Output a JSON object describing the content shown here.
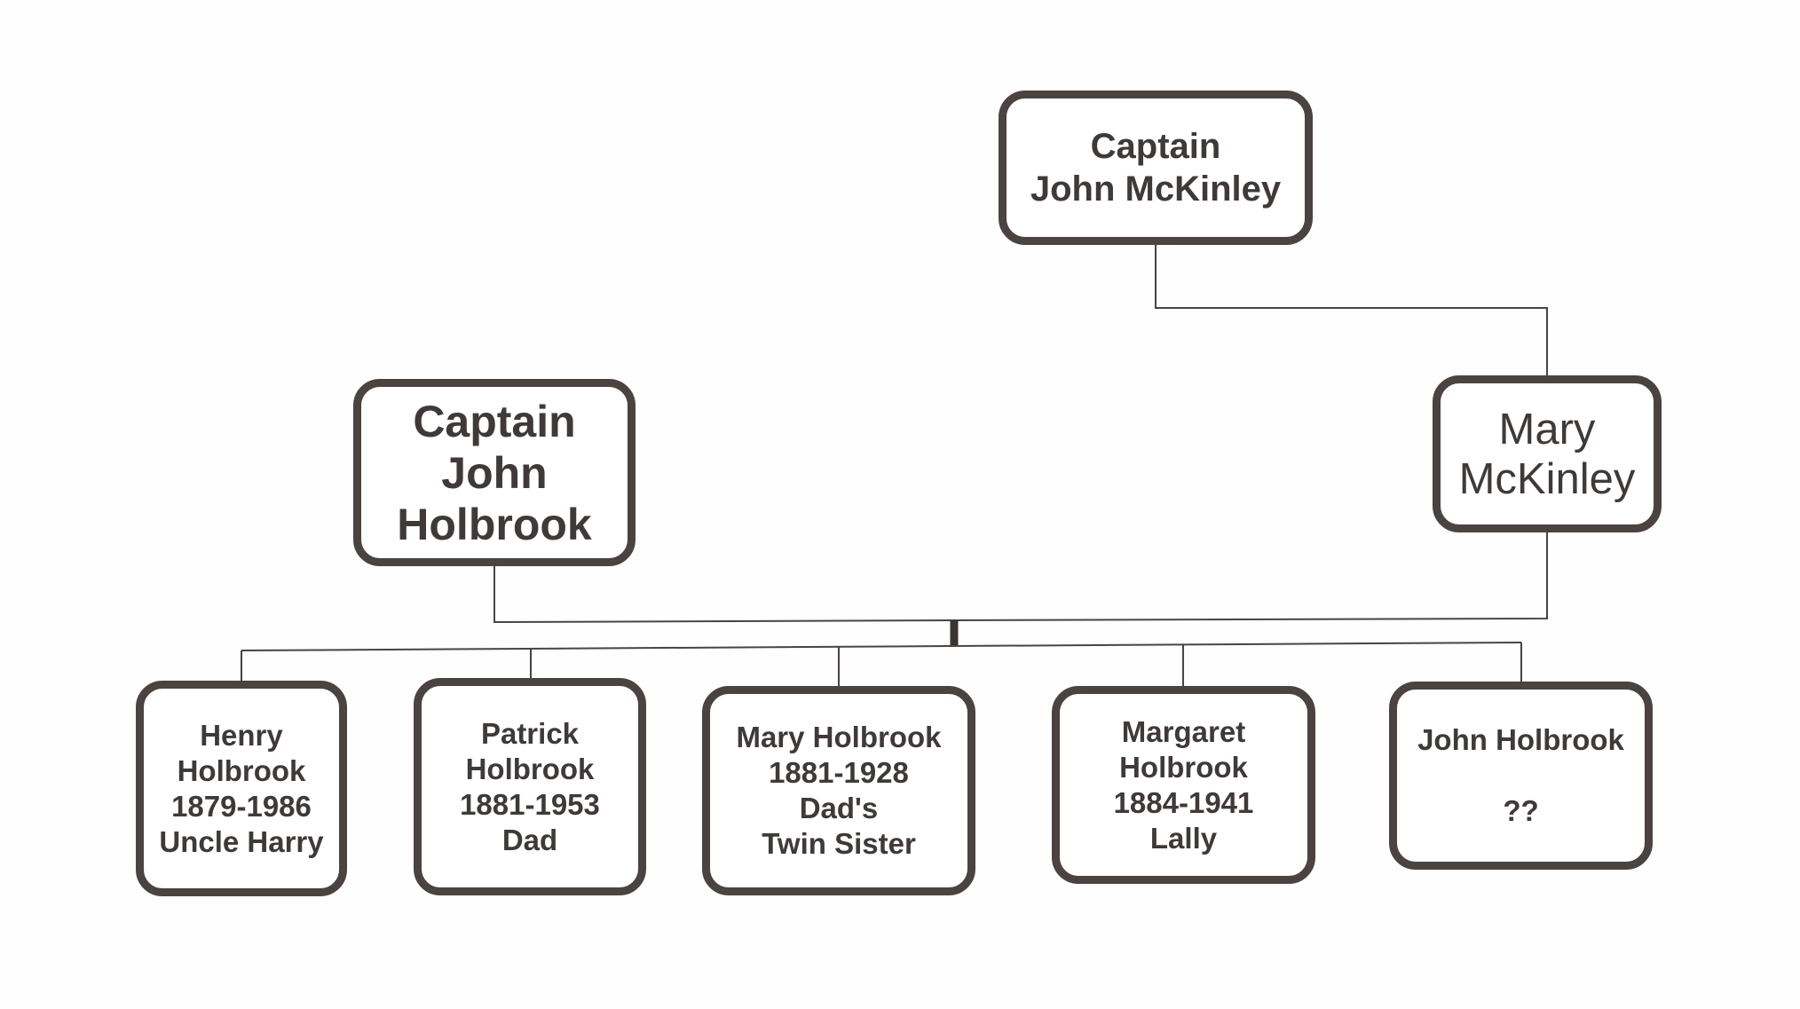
{
  "diagram": {
    "nodes": {
      "captain_john_mckinley": {
        "lines": [
          "Captain",
          "John McKinley"
        ]
      },
      "captain_john_holbrook": {
        "lines": [
          "Captain",
          "John",
          "Holbrook"
        ]
      },
      "mary_mckinley": {
        "lines": [
          "Mary",
          "McKinley"
        ]
      },
      "henry_holbrook": {
        "lines": [
          "Henry",
          "Holbrook",
          "1879-1986",
          "Uncle Harry"
        ]
      },
      "patrick_holbrook": {
        "lines": [
          "Patrick",
          "Holbrook",
          "1881-1953",
          "Dad"
        ]
      },
      "mary_holbrook": {
        "lines": [
          "Mary Holbrook",
          "1881-1928",
          "Dad's",
          "Twin Sister"
        ]
      },
      "margaret_holbrook": {
        "lines": [
          "Margaret",
          "Holbrook",
          "1884-1941",
          "Lally"
        ]
      },
      "john_holbrook": {
        "lines": [
          "John Holbrook",
          "",
          "??"
        ]
      }
    },
    "colors": {
      "line": "#4a4340",
      "text": "#3f3a38",
      "background": "#fefefe"
    }
  }
}
